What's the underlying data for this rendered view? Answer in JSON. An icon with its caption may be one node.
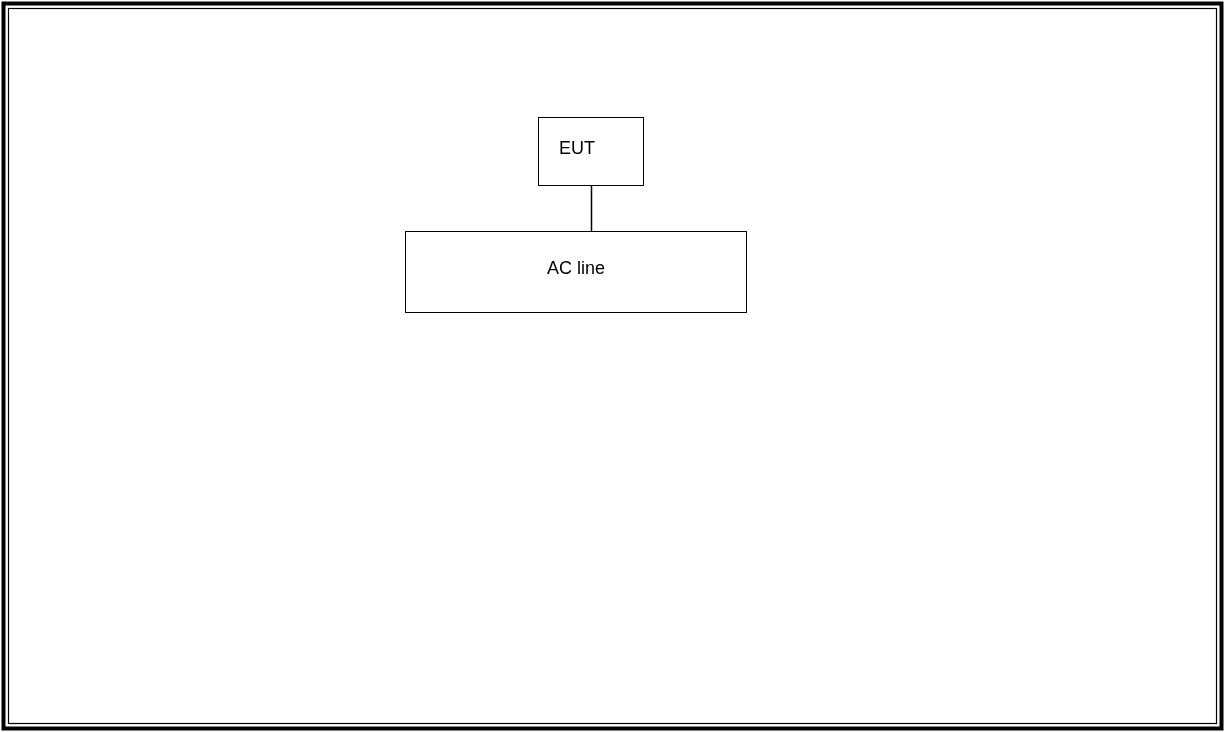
{
  "diagram": {
    "nodes": [
      {
        "text": [
          "EUT"
        ]
      },
      {
        "text": [
          "AC line"
        ]
      }
    ],
    "edges": [
      {
        "from": 0,
        "to": 1,
        "arrow": "none"
      }
    ]
  }
}
